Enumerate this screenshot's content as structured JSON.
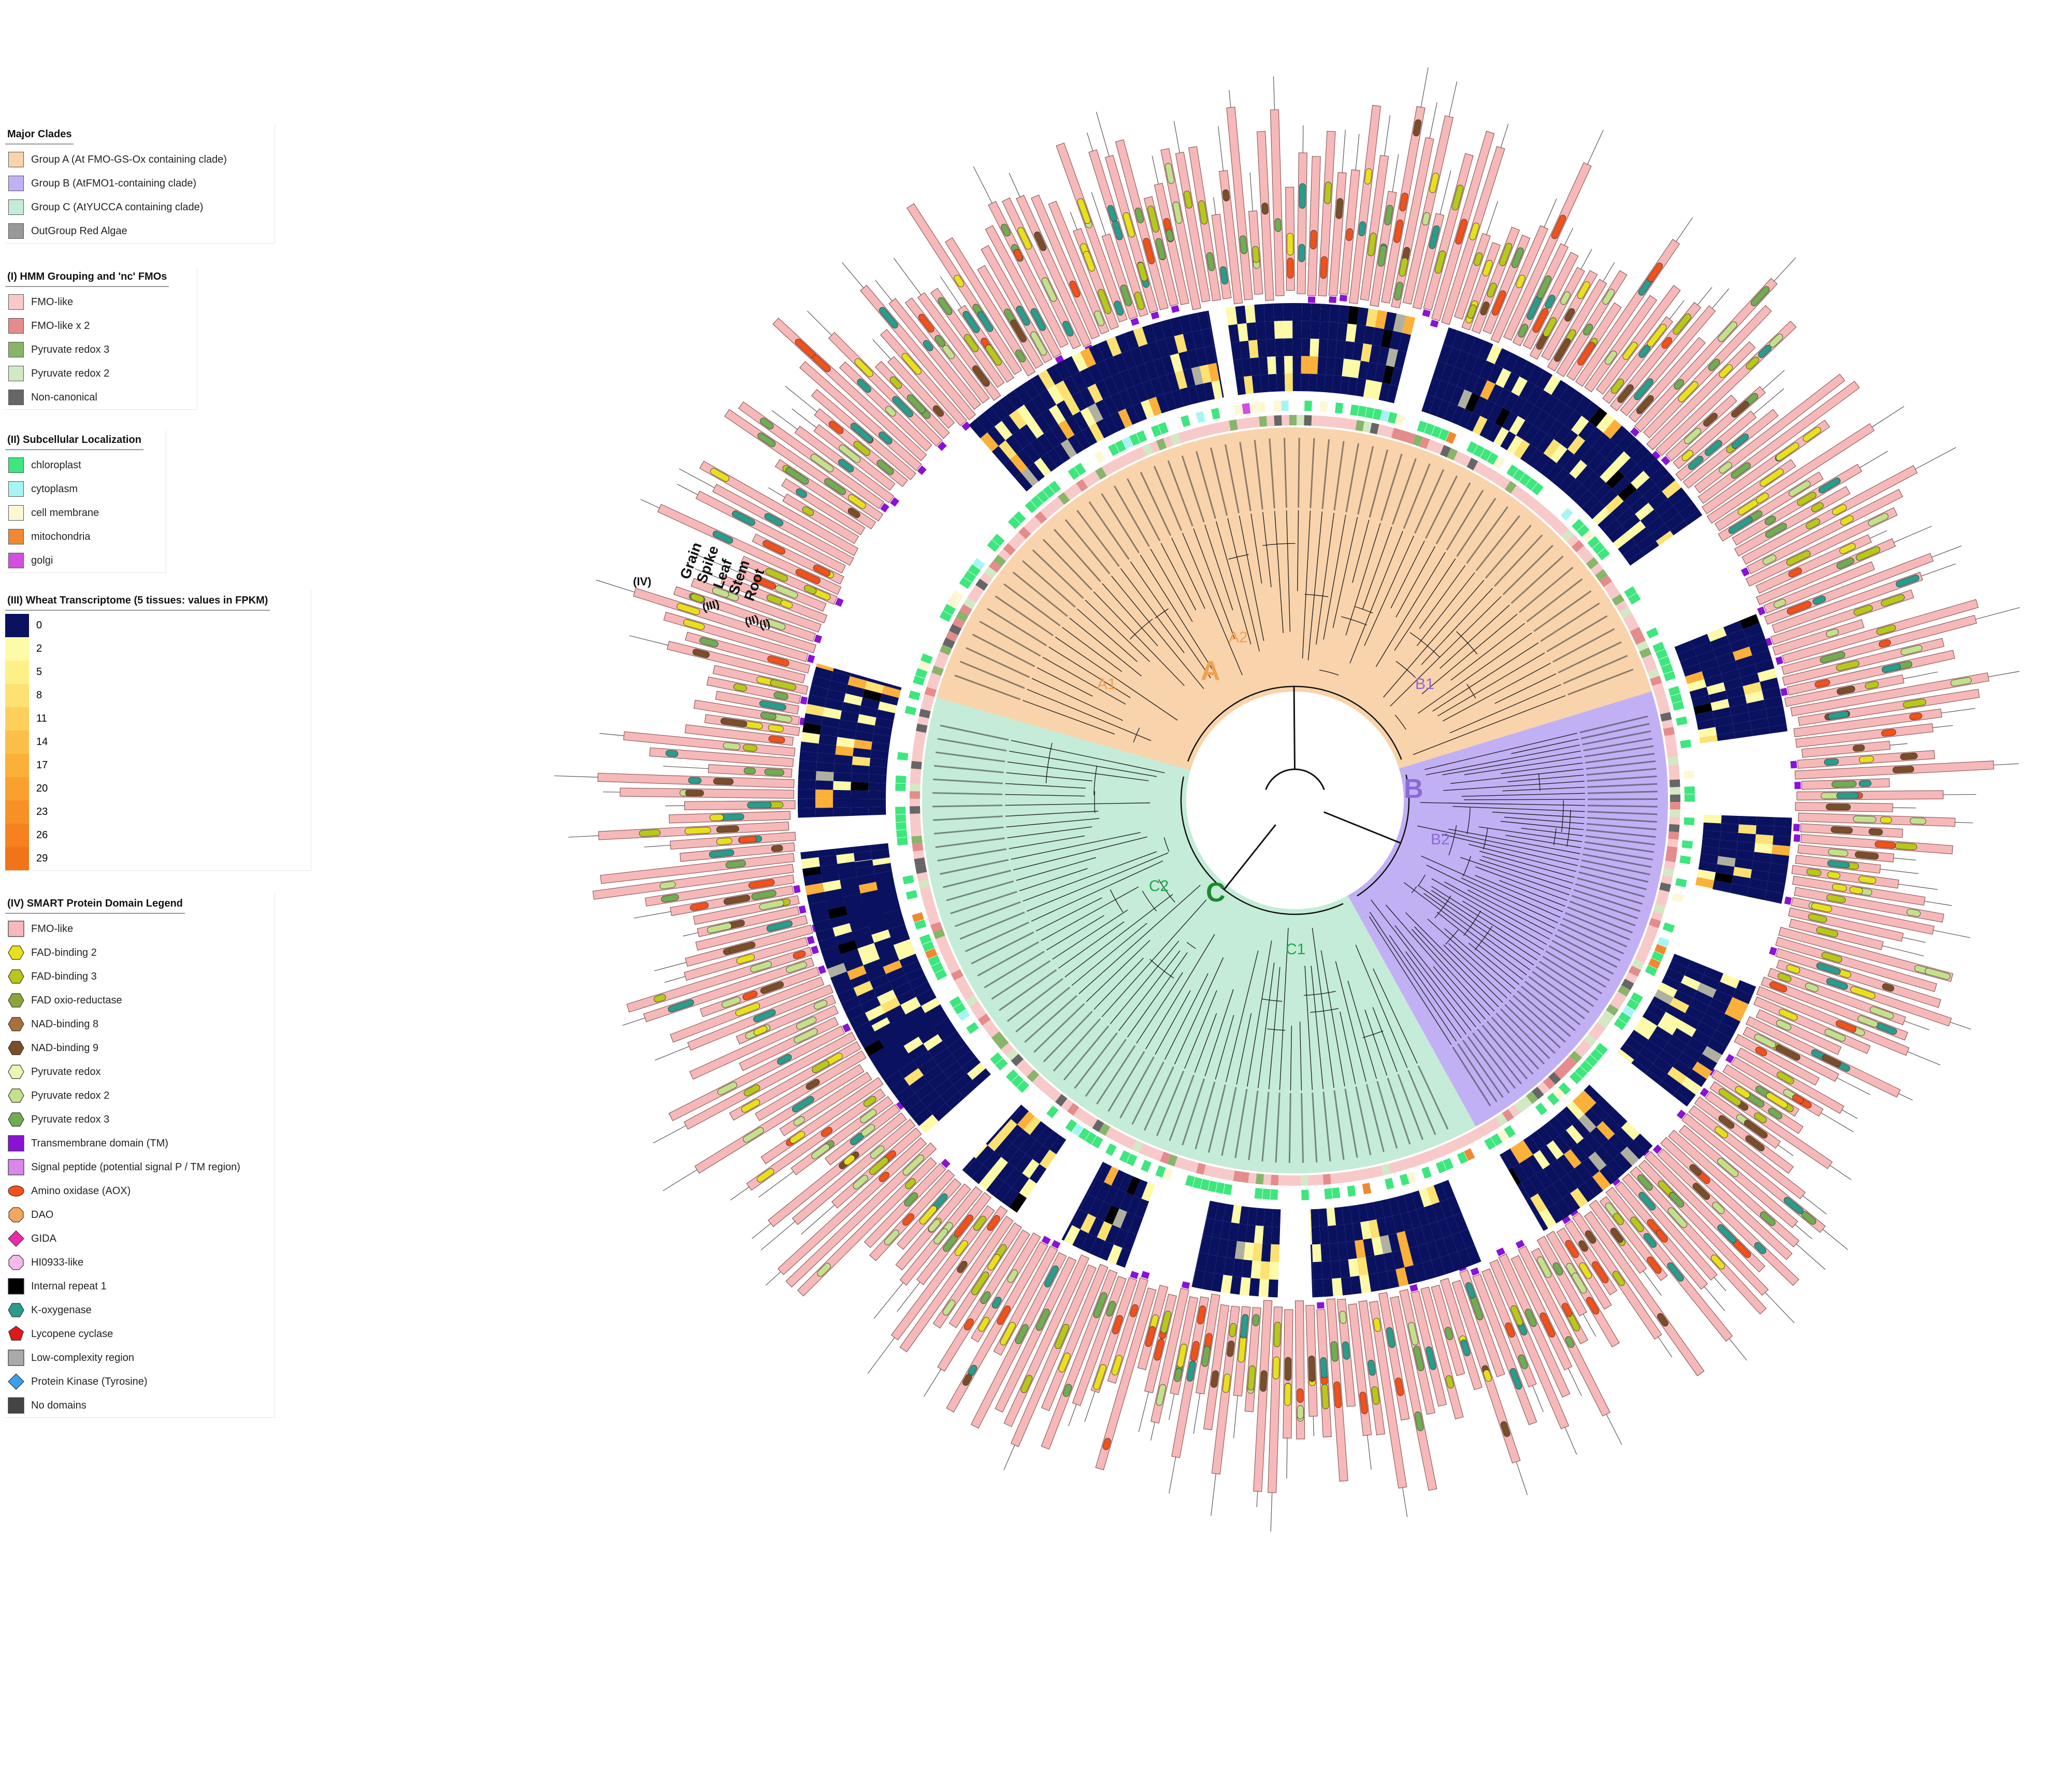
{
  "legend": {
    "major_clades": {
      "title": "Major Clades",
      "items": [
        {
          "label": "Group A (At FMO-GS-Ox containing clade)",
          "color": "#f9d3ab"
        },
        {
          "label": "Group B (AtFMO1-containing clade)",
          "color": "#c2b0f5"
        },
        {
          "label": "Group C (AtYUCCA containing clade)",
          "color": "#c4ecd8"
        },
        {
          "label": "OutGroup Red Algae",
          "color": "#999999"
        }
      ]
    },
    "hmm": {
      "title": "(I) HMM Grouping and 'nc' FMOs",
      "items": [
        {
          "label": "FMO-like",
          "color": "#f8c9c9"
        },
        {
          "label": "FMO-like x 2",
          "color": "#e48c8c"
        },
        {
          "label": "Pyruvate redox 3",
          "color": "#88b56a"
        },
        {
          "label": "Pyruvate redox 2",
          "color": "#d3e8c4"
        },
        {
          "label": "Non-canonical",
          "color": "#666666"
        }
      ]
    },
    "localization": {
      "title": "(II) Subcellular Localization",
      "items": [
        {
          "label": "chloroplast",
          "color": "#3ee67e"
        },
        {
          "label": "cytoplasm",
          "color": "#a6f5f5"
        },
        {
          "label": "cell membrane",
          "color": "#fdf7d4"
        },
        {
          "label": "mitochondria",
          "color": "#f08833"
        },
        {
          "label": "golgi",
          "color": "#d24fe0"
        }
      ]
    },
    "transcriptome": {
      "title": "(III) Wheat Transcriptome (5 tissues: values in FPKM)",
      "items": [
        {
          "label": "0",
          "color": "#0a1260"
        },
        {
          "label": "2",
          "color": "#fdfaa8"
        },
        {
          "label": "5",
          "color": "#fdf089"
        },
        {
          "label": "8",
          "color": "#fde172"
        },
        {
          "label": "11",
          "color": "#fdd05b"
        },
        {
          "label": "14",
          "color": "#fcc04a"
        },
        {
          "label": "17",
          "color": "#fbb03a"
        },
        {
          "label": "20",
          "color": "#f9a02f"
        },
        {
          "label": "23",
          "color": "#f79126"
        },
        {
          "label": "26",
          "color": "#f5821e"
        },
        {
          "label": "29",
          "color": "#f27418"
        }
      ]
    },
    "smart": {
      "title": "(IV) SMART Protein Domain Legend",
      "items": [
        {
          "label": "FMO-like",
          "color": "#f6b8b8",
          "shape": "rect"
        },
        {
          "label": "FAD-binding 2",
          "color": "#e8e01c",
          "shape": "hexagon"
        },
        {
          "label": "FAD-binding 3",
          "color": "#b8c81a",
          "shape": "hexagon"
        },
        {
          "label": "FAD oxio-reductase",
          "color": "#8aa63a",
          "shape": "hexagon"
        },
        {
          "label": "NAD-binding 8",
          "color": "#a8703a",
          "shape": "hexagon"
        },
        {
          "label": "NAD-binding 9",
          "color": "#7a4e28",
          "shape": "hexagon"
        },
        {
          "label": "Pyruvate redox",
          "color": "#eef5b0",
          "shape": "hexagon"
        },
        {
          "label": "Pyruvate redox 2",
          "color": "#c4e08a",
          "shape": "hexagon"
        },
        {
          "label": "Pyruvate redox 3",
          "color": "#72ac52",
          "shape": "hexagon"
        },
        {
          "label": "Transmembrane domain (TM)",
          "color": "#8a12d6",
          "shape": "rect"
        },
        {
          "label": "Signal peptide (potential signal P / TM region)",
          "color": "#d887ea",
          "shape": "rect"
        },
        {
          "label": "Amino oxidase (AOX)",
          "color": "#f2511a",
          "shape": "ellipse"
        },
        {
          "label": "DAO",
          "color": "#f5a65e",
          "shape": "octagon"
        },
        {
          "label": "GIDA",
          "color": "#ee2aa8",
          "shape": "diamond"
        },
        {
          "label": "HI0933-like",
          "color": "#f6b8ee",
          "shape": "octagon"
        },
        {
          "label": "Internal repeat 1",
          "color": "#000000",
          "shape": "rect"
        },
        {
          "label": "K-oxygenase",
          "color": "#2a9c8c",
          "shape": "hexagon"
        },
        {
          "label": "Lycopene cyclase",
          "color": "#e01818",
          "shape": "pentagon"
        },
        {
          "label": "Low-complexity region",
          "color": "#aaaaaa",
          "shape": "rect"
        },
        {
          "label": "Protein Kinase (Tyrosine)",
          "color": "#3aa0ea",
          "shape": "diamond"
        },
        {
          "label": "No domains",
          "color": "#444444",
          "shape": "rect"
        }
      ]
    }
  },
  "tree": {
    "clade_letters": {
      "A": "A",
      "B": "B",
      "C": "C"
    },
    "subclade_labels": {
      "A1": "A1",
      "A2": "A2",
      "B1": "B1",
      "B2": "B2",
      "C1": "C1",
      "C2": "C2"
    },
    "ring_labels": {
      "ring_IV": "(IV)",
      "ring_III": "(III)",
      "ring_II": "(II)",
      "ring_I": "(I)",
      "tissues": [
        "Grain",
        "Spike",
        "Leaf",
        "Stem",
        "Root"
      ]
    },
    "colors": {
      "A": "#f9d3ab",
      "B": "#c2b0f5",
      "C": "#c4ecd8",
      "A_text": "#f0a050",
      "B_text": "#8a6ad6",
      "C_text": "#1ca84a",
      "C_letter": "#1a8a2a"
    },
    "domain_labels": [
      "FMO-like",
      "Pyruvate redox 3",
      "K-oxygenase",
      "Pyr-redox"
    ]
  }
}
